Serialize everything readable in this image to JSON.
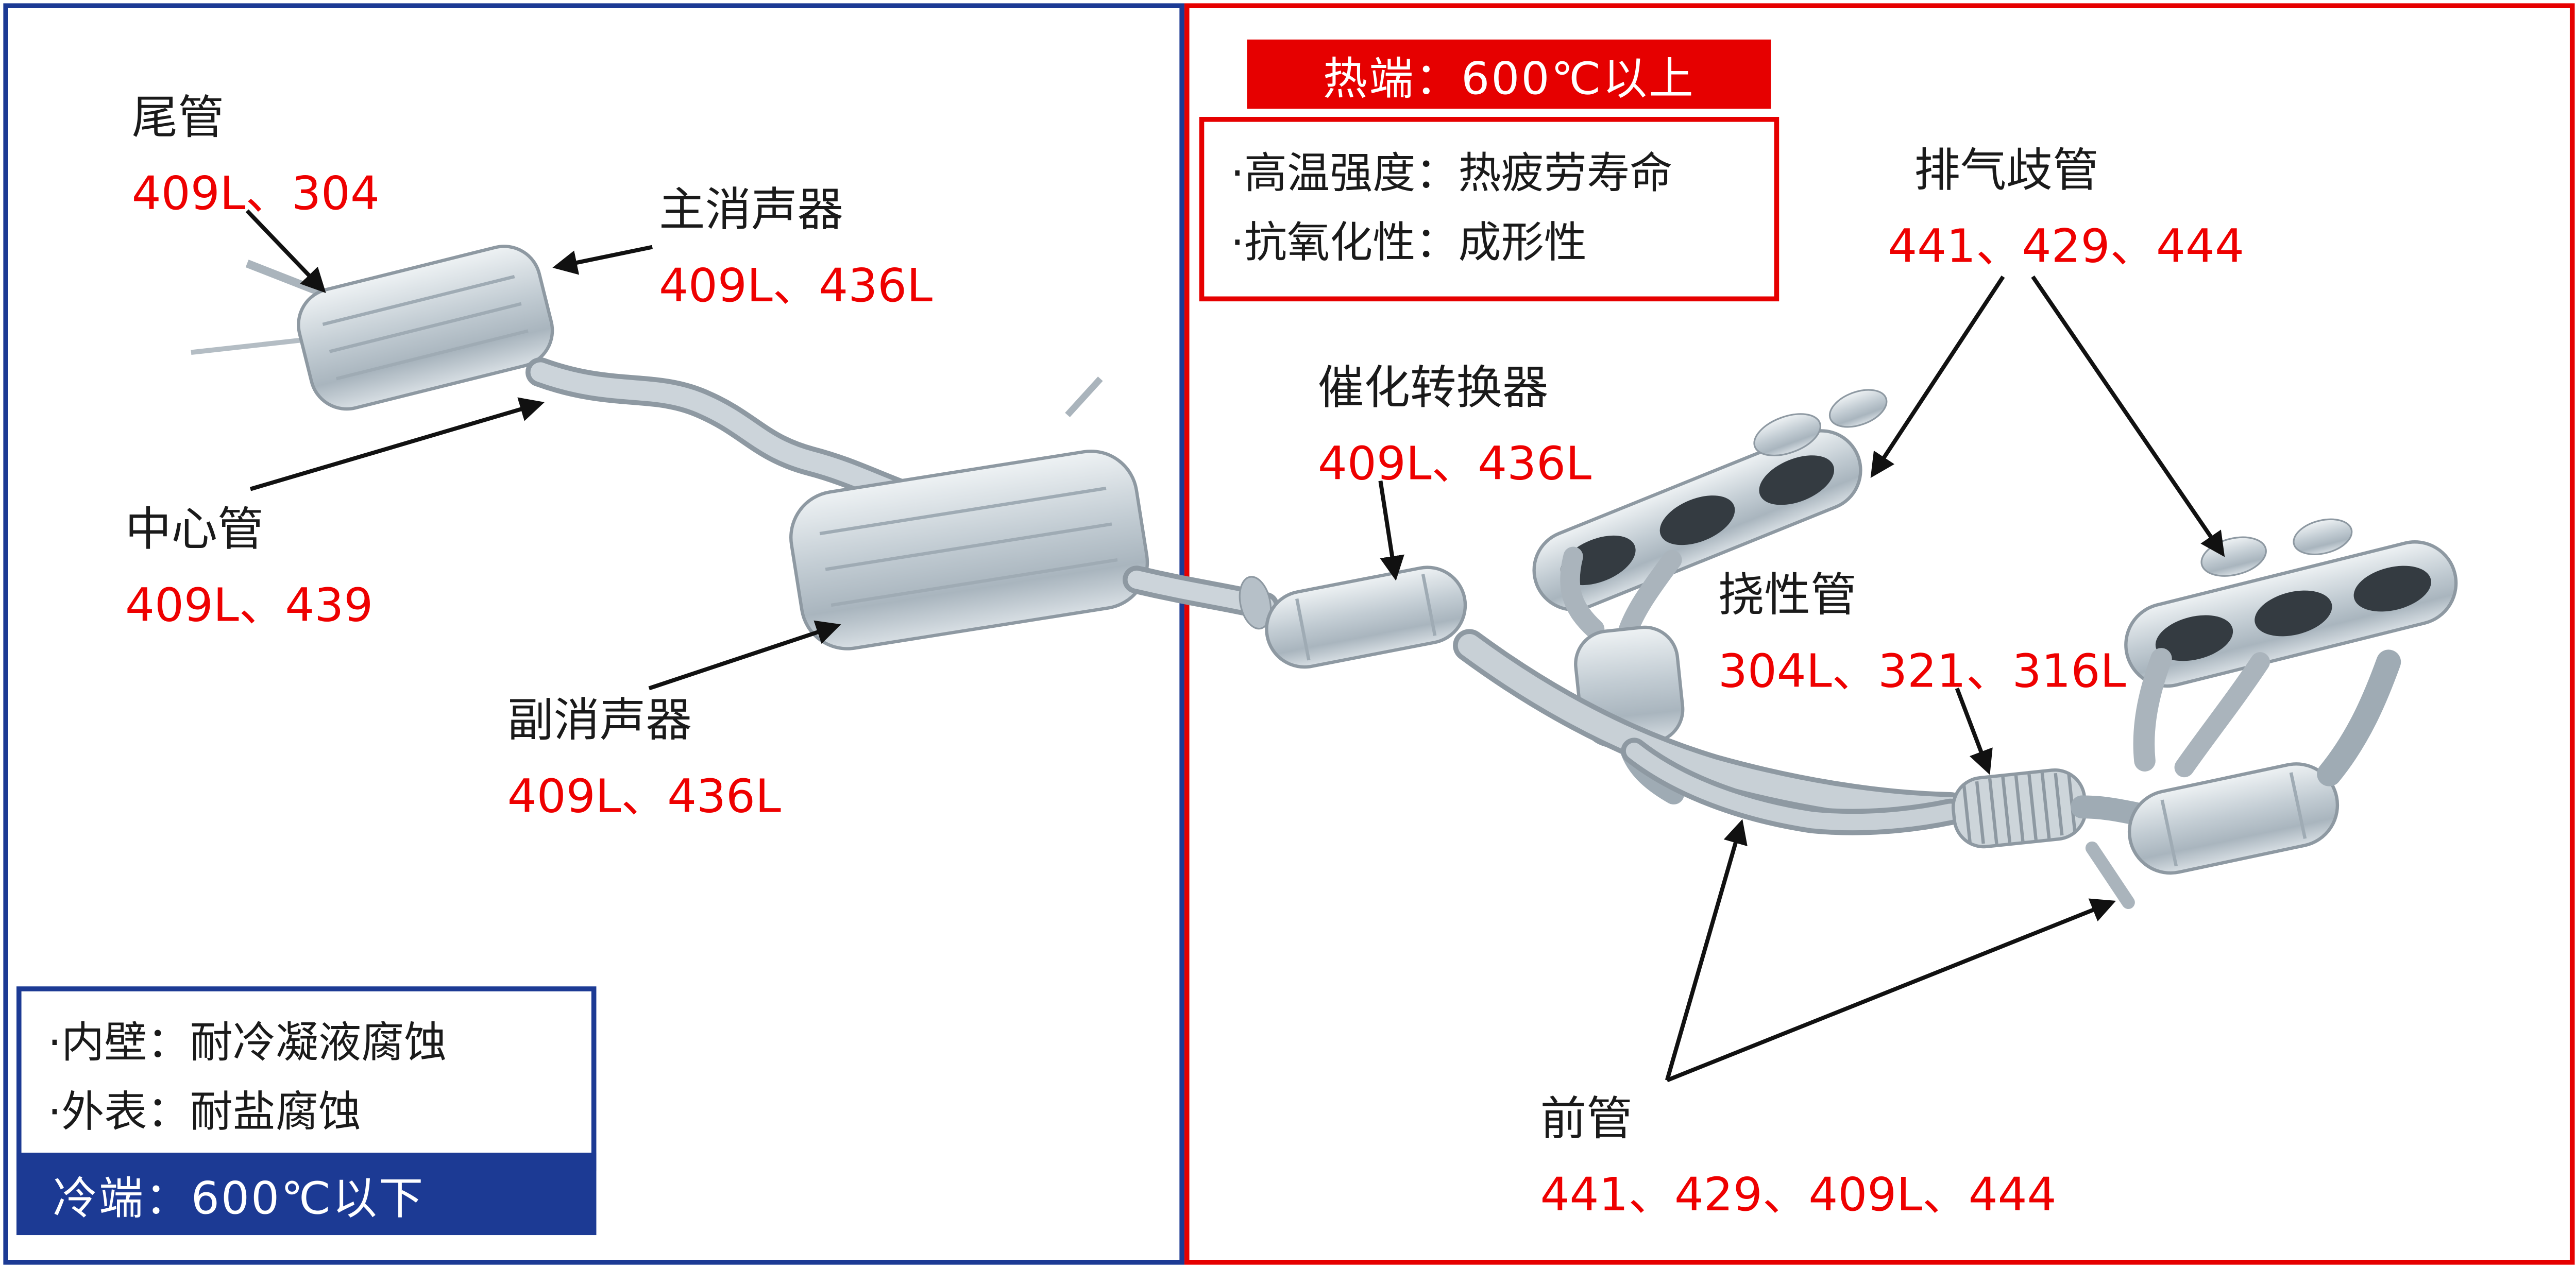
{
  "colors": {
    "hot_red": "#e60000",
    "cold_blue": "#1c3a94",
    "material_red": "#ee0000",
    "text_black": "#1a1a1a"
  },
  "panels": {
    "hot": {
      "header": {
        "text": "热端：600℃以上"
      },
      "notes": [
        "·高温强度：热疲劳寿命",
        "·抗氧化性：成形性"
      ]
    },
    "cold": {
      "header": {
        "text": "冷端：600℃以下"
      },
      "notes": [
        "·内壁：耐冷凝液腐蚀",
        "·外表：耐盐腐蚀"
      ]
    }
  },
  "labels": [
    {
      "id": "tail-pipe",
      "name": "尾管",
      "materials": "409L、304"
    },
    {
      "id": "main-muffler",
      "name": "主消声器",
      "materials": "409L、436L"
    },
    {
      "id": "center-pipe",
      "name": "中心管",
      "materials": "409L、439"
    },
    {
      "id": "sub-muffler",
      "name": "副消声器",
      "materials": "409L、436L"
    },
    {
      "id": "catalytic-converter",
      "name": "催化转换器",
      "materials": "409L、436L"
    },
    {
      "id": "exhaust-manifold",
      "name": "排气歧管",
      "materials": "441、429、444"
    },
    {
      "id": "flexible-pipe",
      "name": "挠性管",
      "materials": "304L、321、316L"
    },
    {
      "id": "front-pipe",
      "name": "前管",
      "materials": "441、429、409L、444"
    }
  ]
}
